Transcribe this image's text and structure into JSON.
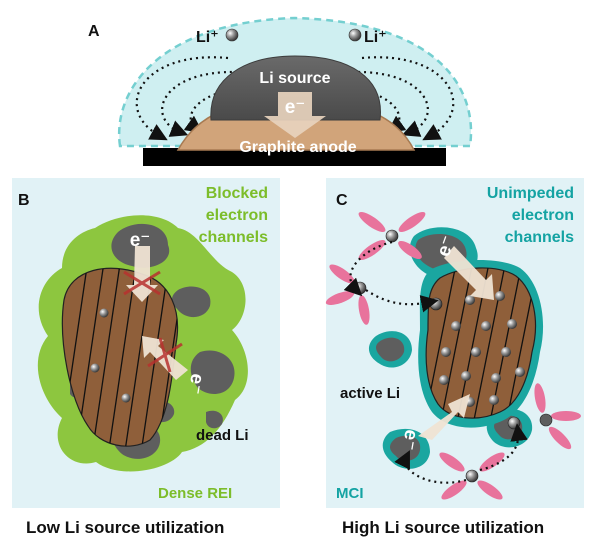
{
  "panel_a": {
    "letter": "A",
    "li_ion_left": "Li⁺",
    "li_ion_right": "Li⁺",
    "li_source_label": "Li source",
    "electron_label": "e⁻",
    "anode_label": "Graphite anode"
  },
  "panel_b": {
    "letter": "B",
    "title_line1": "Blocked",
    "title_line2": "electron",
    "title_line3": "channels",
    "electron_top": "e⁻",
    "electron_side": "e⁻",
    "dead_li_label": "dead Li",
    "rei_label": "Dense REI",
    "caption": "Low Li source utilization"
  },
  "panel_c": {
    "letter": "C",
    "title_line1": "Unimpeded",
    "title_line2": "electron",
    "title_line3": "channels",
    "electron_top": "e⁻",
    "electron_bottom": "e⁻",
    "active_li_label": "active Li",
    "mci_label": "MCI",
    "caption": "High Li source utilization"
  },
  "colors": {
    "halo": "#c7eef0",
    "li_source": "#5b5b5b",
    "graphite": "#9b6a44",
    "anode_tan": "#d3a57c",
    "rei_green": "#8dc63f",
    "mci_teal": "#1aa6a0",
    "title_green": "#7cbd2a",
    "title_teal": "#14a3a3",
    "cross_red": "#b8322f",
    "petal_pink": "#e8739c"
  }
}
